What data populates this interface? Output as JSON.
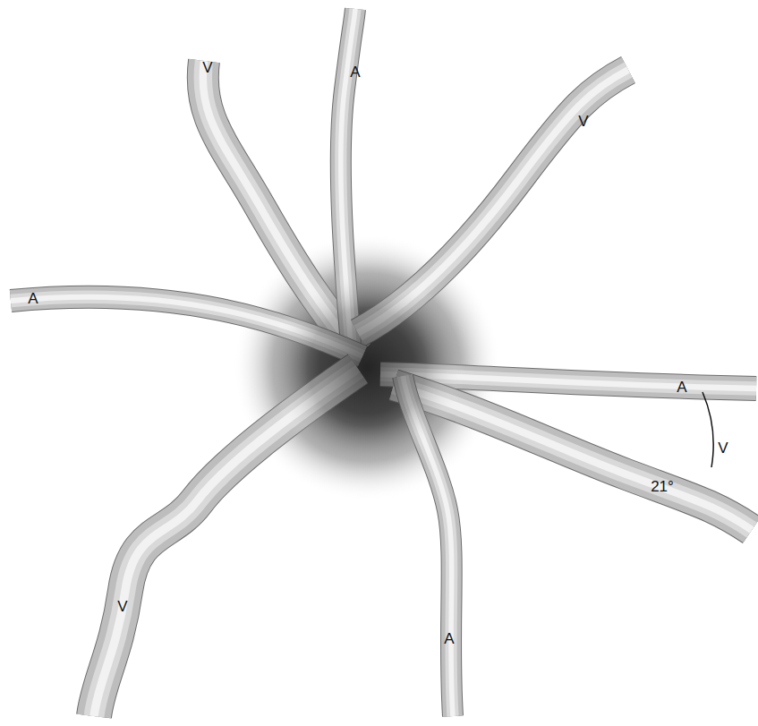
{
  "diagram": {
    "labels": [
      "V",
      "A",
      "V",
      "A",
      "A",
      "V",
      "21°",
      "V",
      "A"
    ]
  }
}
